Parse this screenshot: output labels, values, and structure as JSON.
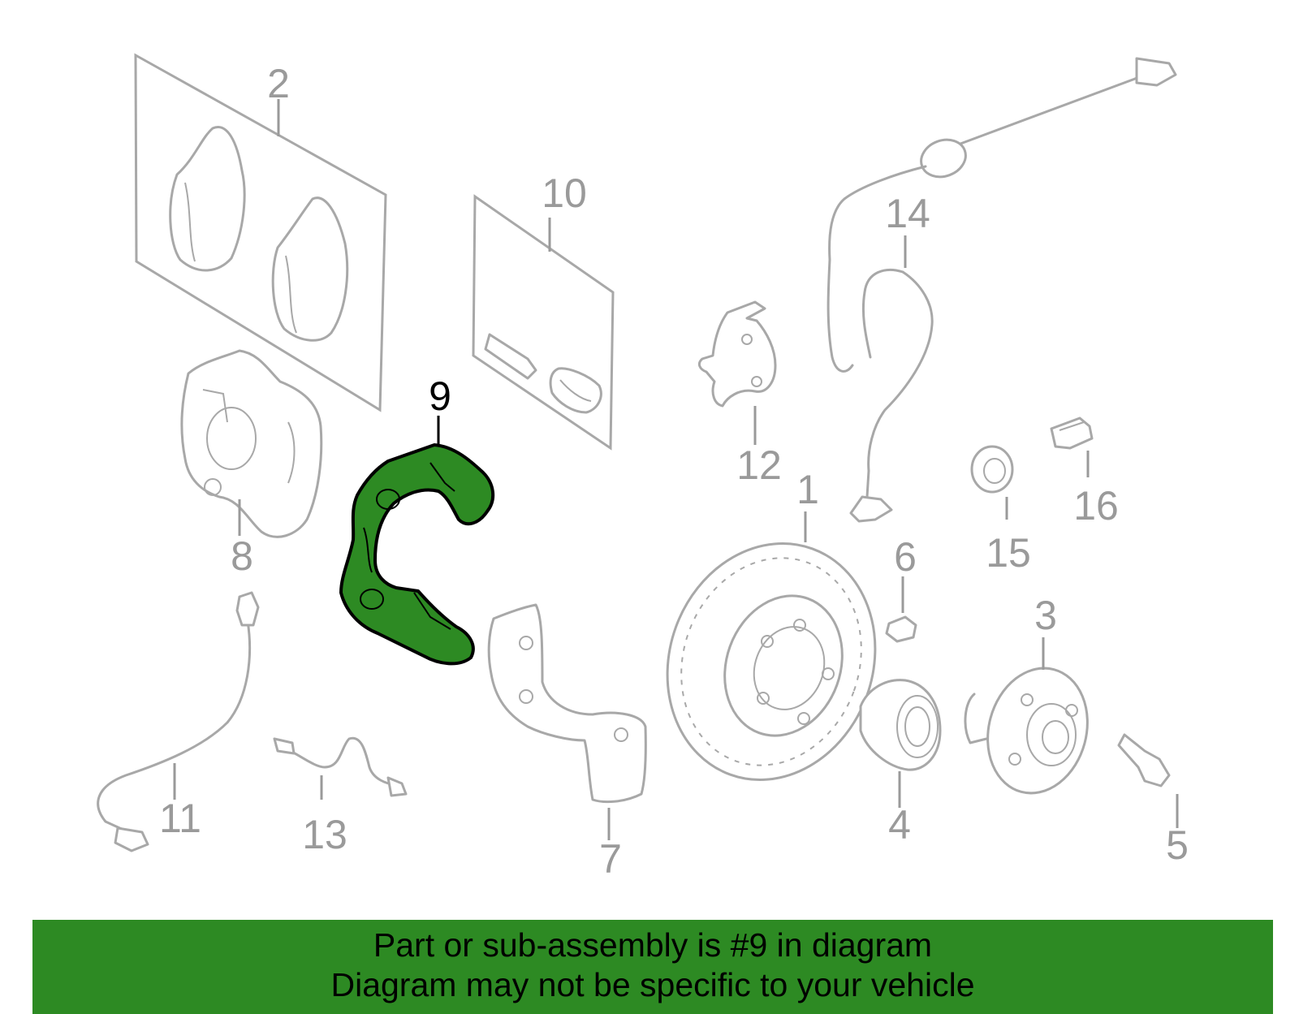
{
  "highlighted_part": "9",
  "colors": {
    "highlight": "#2d8a23",
    "banner": "#2d8a23",
    "part_outline": "#a8a8a8",
    "label": "#9a9a9a"
  },
  "callouts": {
    "c1": "1",
    "c2": "2",
    "c3": "3",
    "c4": "4",
    "c5": "5",
    "c6": "6",
    "c7": "7",
    "c8": "8",
    "c9": "9",
    "c10": "10",
    "c11": "11",
    "c12": "12",
    "c13": "13",
    "c14": "14",
    "c15": "15",
    "c16": "16"
  },
  "banner": {
    "line1": "Part or sub-assembly is #9 in diagram",
    "line2": "Diagram may not be specific to your vehicle"
  }
}
